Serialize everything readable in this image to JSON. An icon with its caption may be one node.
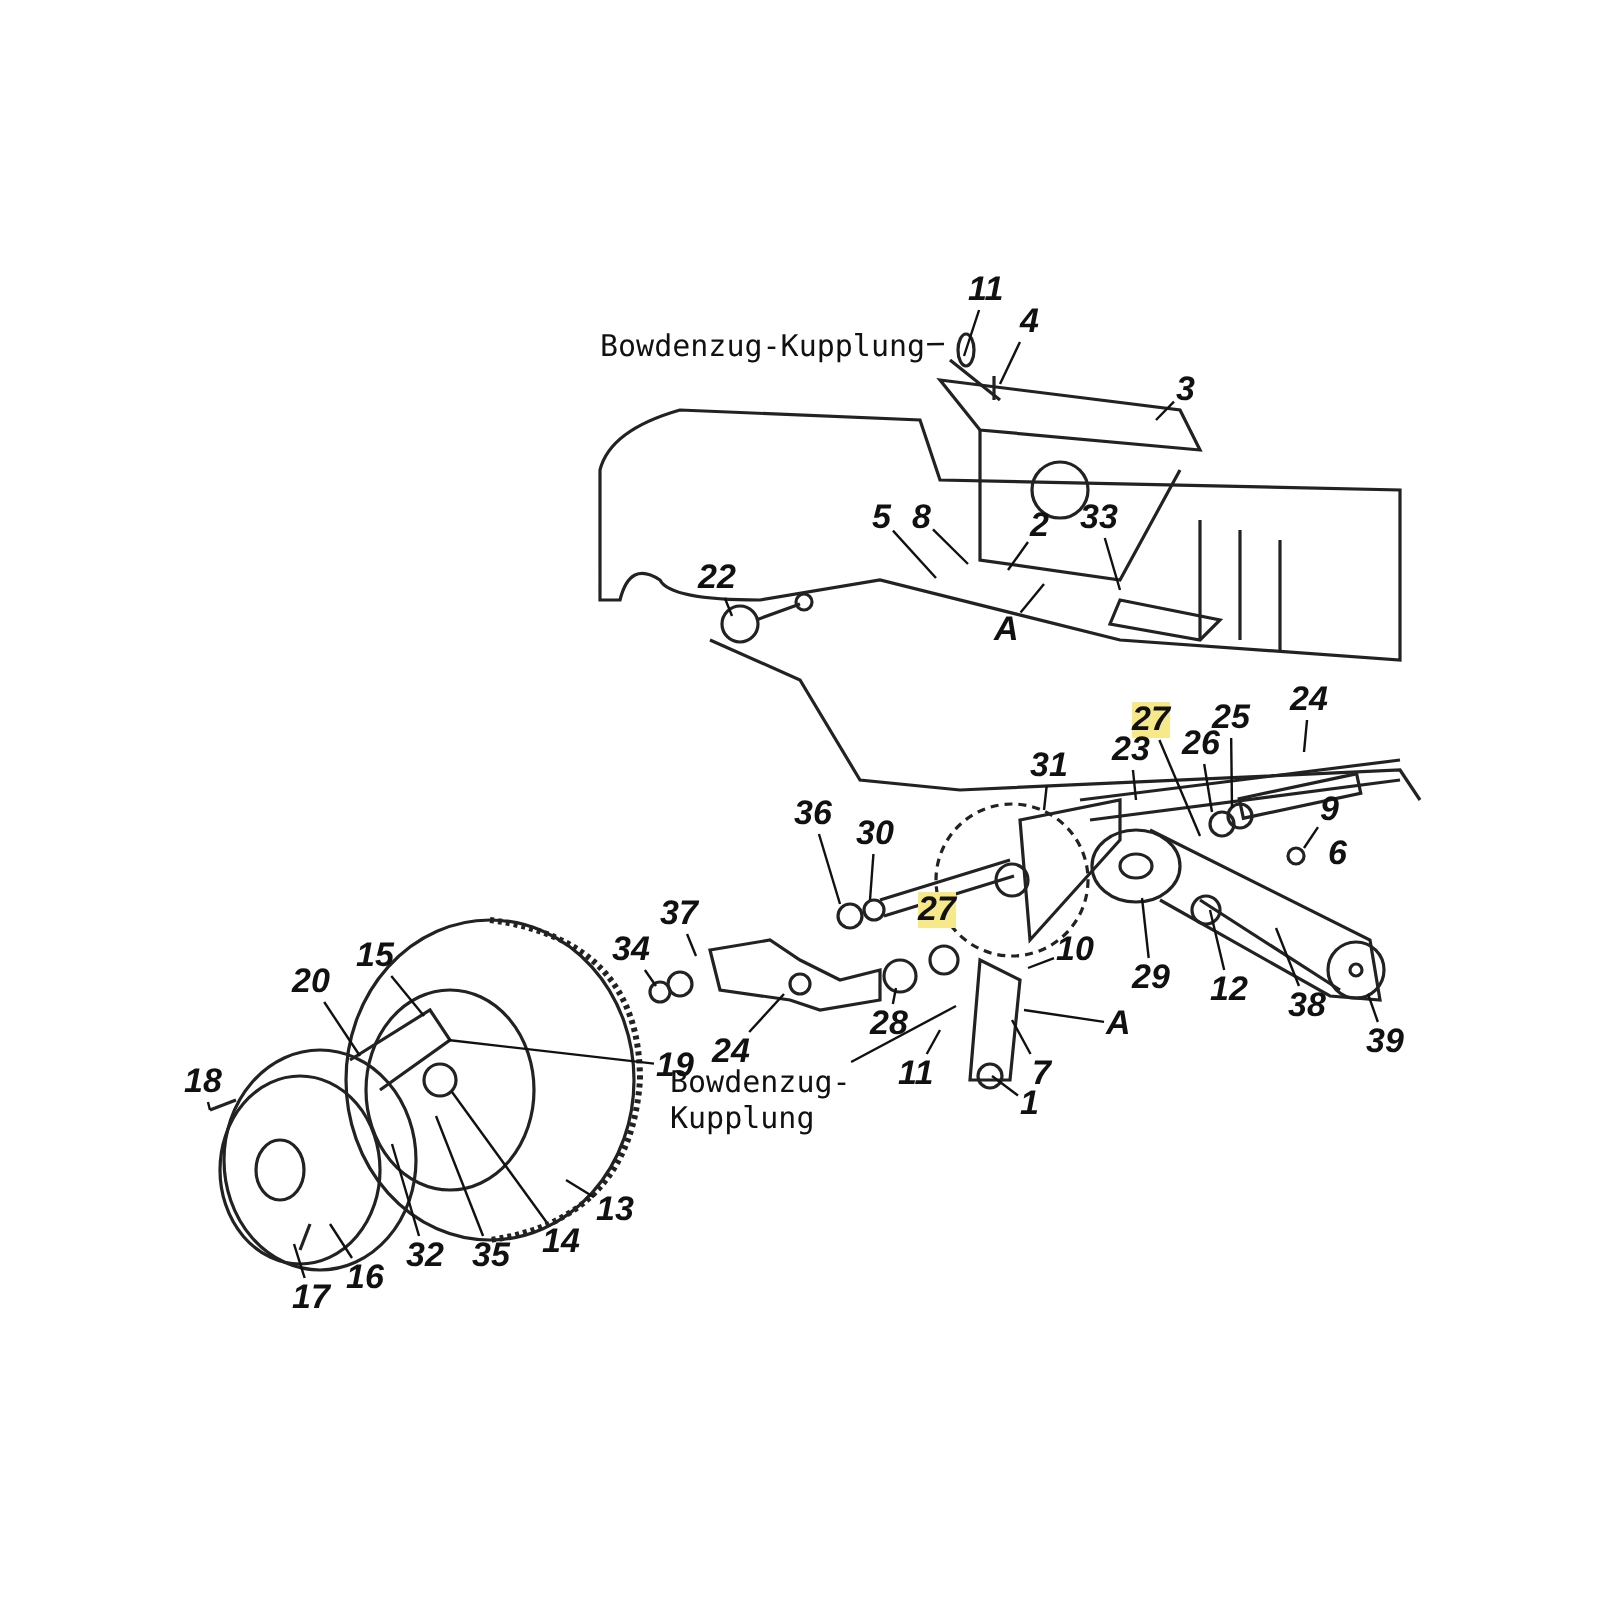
{
  "diagram": {
    "nodes": [
      {
        "text": [
          "Bowdenzug-Kupplung"
        ]
      },
      {
        "text": [
          "11"
        ]
      },
      {
        "text": [
          "4"
        ]
      },
      {
        "text": [
          "3"
        ]
      },
      {
        "text": [
          "5"
        ]
      },
      {
        "text": [
          "8"
        ]
      },
      {
        "text": [
          "2"
        ]
      },
      {
        "text": [
          "33"
        ]
      },
      {
        "text": [
          "A"
        ]
      },
      {
        "text": [
          "22"
        ]
      },
      {
        "text": [
          "27"
        ]
      },
      {
        "text": [
          "23"
        ]
      },
      {
        "text": [
          "25"
        ]
      },
      {
        "text": [
          "26"
        ]
      },
      {
        "text": [
          "24"
        ]
      },
      {
        "text": [
          "31"
        ]
      },
      {
        "text": [
          "36"
        ]
      },
      {
        "text": [
          "30"
        ]
      },
      {
        "text": [
          "9"
        ]
      },
      {
        "text": [
          "6"
        ]
      },
      {
        "text": [
          "27"
        ]
      },
      {
        "text": [
          "10"
        ]
      },
      {
        "text": [
          "29"
        ]
      },
      {
        "text": [
          "12"
        ]
      },
      {
        "text": [
          "38"
        ]
      },
      {
        "text": [
          "39"
        ]
      },
      {
        "text": [
          "37"
        ]
      },
      {
        "text": [
          "34"
        ]
      },
      {
        "text": [
          "24"
        ]
      },
      {
        "text": [
          "28"
        ]
      },
      {
        "text": [
          "A"
        ]
      },
      {
        "text": [
          "7"
        ]
      },
      {
        "text": [
          "1"
        ]
      },
      {
        "text": [
          "11"
        ]
      },
      {
        "text": [
          "Bowdenzug- Kupplung"
        ]
      },
      {
        "text": [
          "15"
        ]
      },
      {
        "text": [
          "20"
        ]
      },
      {
        "text": [
          "19"
        ]
      },
      {
        "text": [
          "18"
        ]
      },
      {
        "text": [
          "32"
        ]
      },
      {
        "text": [
          "35"
        ]
      },
      {
        "text": [
          "14"
        ]
      },
      {
        "text": [
          "13"
        ]
      },
      {
        "text": [
          "16"
        ]
      },
      {
        "text": [
          "17"
        ]
      }
    ],
    "edges": [
      {
        "from": 0,
        "to": null,
        "arrow": "none"
      },
      {
        "from": 1,
        "to": null,
        "arrow": "none"
      },
      {
        "from": 2,
        "to": null,
        "arrow": "none"
      },
      {
        "from": 3,
        "to": null,
        "arrow": "none"
      },
      {
        "from": 4,
        "to": null,
        "arrow": "none"
      },
      {
        "from": 5,
        "to": null,
        "arrow": "none"
      },
      {
        "from": 6,
        "to": null,
        "arrow": "none"
      },
      {
        "from": 7,
        "to": null,
        "arrow": "none"
      },
      {
        "from": 8,
        "to": null,
        "arrow": "none"
      },
      {
        "from": 9,
        "to": null,
        "arrow": "none"
      },
      {
        "from": 10,
        "to": null,
        "arrow": "none"
      },
      {
        "from": 11,
        "to": null,
        "arrow": "none"
      },
      {
        "from": 12,
        "to": null,
        "arrow": "none"
      },
      {
        "from": 13,
        "to": null,
        "arrow": "none"
      },
      {
        "from": 14,
        "to": null,
        "arrow": "none"
      },
      {
        "from": 15,
        "to": null,
        "arrow": "none"
      },
      {
        "from": 16,
        "to": null,
        "arrow": "none"
      },
      {
        "from": 17,
        "to": null,
        "arrow": "none"
      },
      {
        "from": 18,
        "to": null,
        "arrow": "none"
      },
      {
        "from": 21,
        "to": null,
        "arrow": "none"
      },
      {
        "from": 22,
        "to": null,
        "arrow": "none"
      },
      {
        "from": 23,
        "to": null,
        "arrow": "none"
      },
      {
        "from": 24,
        "to": null,
        "arrow": "none"
      },
      {
        "from": 25,
        "to": null,
        "arrow": "none"
      },
      {
        "from": 26,
        "to": null,
        "arrow": "none"
      },
      {
        "from": 27,
        "to": null,
        "arrow": "none"
      },
      {
        "from": 28,
        "to": null,
        "arrow": "none"
      },
      {
        "from": 29,
        "to": null,
        "arrow": "none"
      },
      {
        "from": 30,
        "to": null,
        "arrow": "none"
      },
      {
        "from": 31,
        "to": null,
        "arrow": "none"
      },
      {
        "from": 32,
        "to": null,
        "arrow": "none"
      },
      {
        "from": 33,
        "to": null,
        "arrow": "none"
      },
      {
        "from": 34,
        "to": null,
        "arrow": "none"
      },
      {
        "from": 35,
        "to": null,
        "arrow": "none"
      },
      {
        "from": 36,
        "to": null,
        "arrow": "none"
      },
      {
        "from": 37,
        "to": null,
        "arrow": "none"
      },
      {
        "from": 38,
        "to": null,
        "arrow": "none"
      },
      {
        "from": 39,
        "to": null,
        "arrow": "none"
      },
      {
        "from": 40,
        "to": null,
        "arrow": "none"
      },
      {
        "from": 41,
        "to": null,
        "arrow": "none"
      },
      {
        "from": 42,
        "to": null,
        "arrow": "none"
      },
      {
        "from": 43,
        "to": null,
        "arrow": "none"
      },
      {
        "from": 44,
        "to": null,
        "arrow": "none"
      }
    ]
  }
}
